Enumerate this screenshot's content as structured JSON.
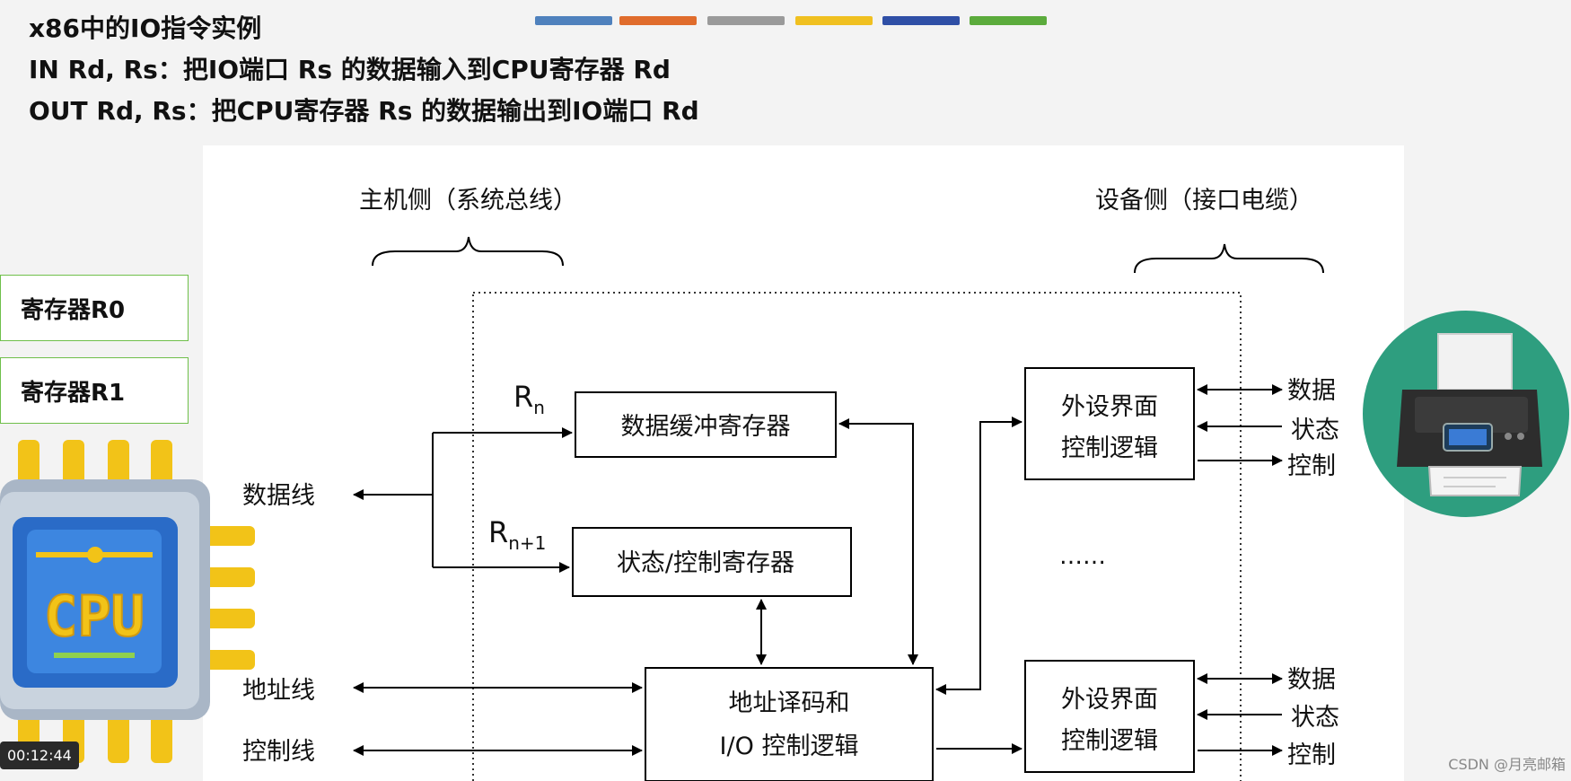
{
  "header": {
    "line1": "x86中的IO指令实例",
    "line2": "IN Rd, Rs：把IO端口 Rs 的数据输入到CPU寄存器 Rd",
    "line3": "OUT Rd, Rs：把CPU寄存器 Rs 的数据输出到IO端口 Rd"
  },
  "color_bars": [
    "#4f81bd",
    "#e06c2c",
    "#9a9a9a",
    "#f0c020",
    "#2f4fa6",
    "#5bab3c"
  ],
  "registers": [
    "寄存器R0",
    "寄存器R1"
  ],
  "cpu_label": "CPU",
  "diagram": {
    "host_side": "主机侧（系统总线）",
    "device_side": "设备侧（接口电缆）",
    "rn_base": "R",
    "rn_sub": "n",
    "rn1_base": "R",
    "rn1_sub": "n+1",
    "data_buffer": "数据缓冲寄存器",
    "status_control": "状态/控制寄存器",
    "addr_decode_1": "地址译码和",
    "addr_decode_2": "I/O 控制逻辑",
    "peripheral_1a": "外设界面",
    "peripheral_1b": "控制逻辑",
    "peripheral_2a": "外设界面",
    "peripheral_2b": "控制逻辑",
    "ellipsis": "……",
    "data_line": "数据线",
    "addr_line": "地址线",
    "ctrl_line": "控制线",
    "sig_data": "数据",
    "sig_status": "状态",
    "sig_control": "控制"
  },
  "timestamp": "00:12:44",
  "watermark": "CSDN @月亮邮箱"
}
